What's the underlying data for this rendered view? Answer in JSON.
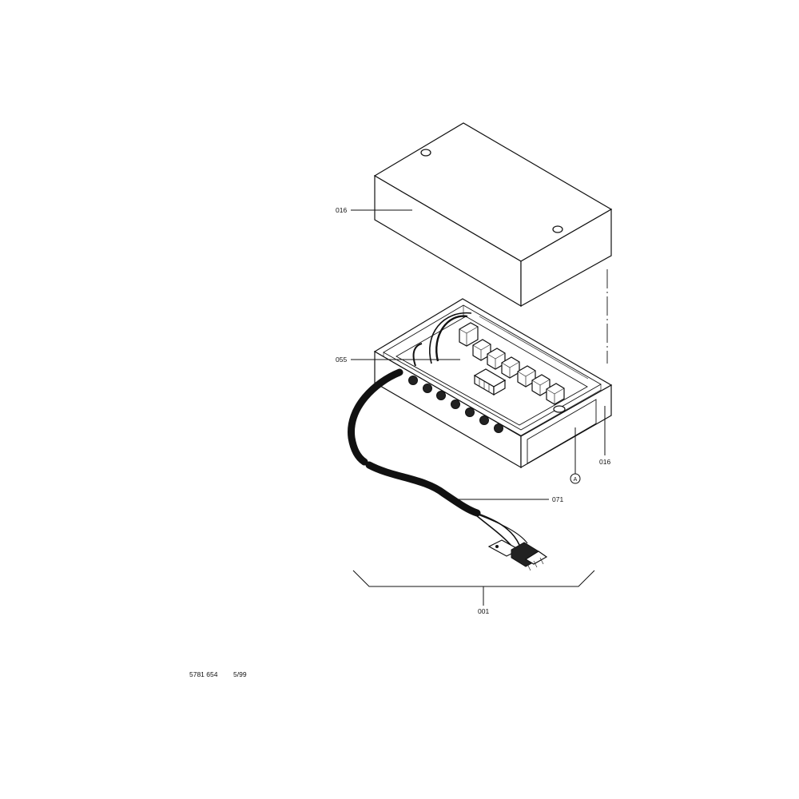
{
  "callouts": {
    "cover": "016",
    "board": "055",
    "base": "016",
    "cable": "071",
    "detail": "A",
    "assembly": "001"
  },
  "footer": {
    "part_number": "5781 654",
    "date": "5/99"
  }
}
